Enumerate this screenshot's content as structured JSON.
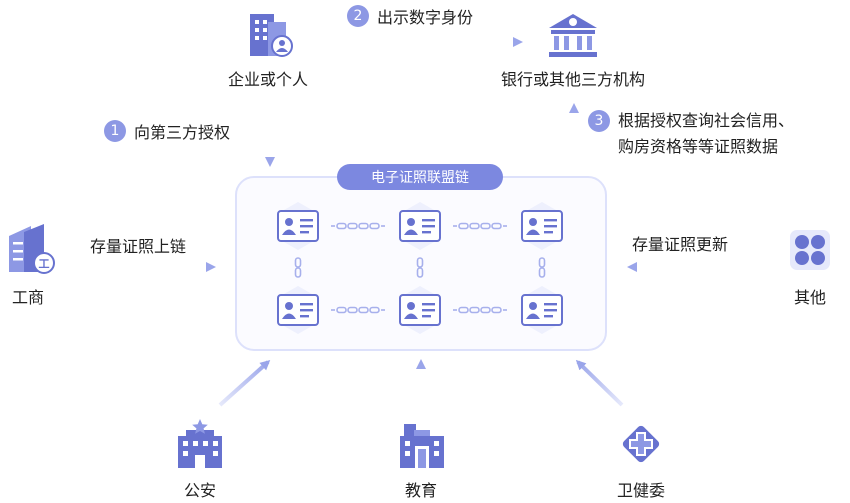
{
  "chain": {
    "title": "电子证照联盟链"
  },
  "nodes": {
    "enterprise": "企业或个人",
    "bank": "银行或其他三方机构",
    "gongshang": "工商",
    "other": "其他",
    "police": "公安",
    "education": "教育",
    "health": "卫健委"
  },
  "steps": [
    {
      "num": "1",
      "text": "向第三方授权"
    },
    {
      "num": "2",
      "text": "出示数字身份"
    },
    {
      "num": "3",
      "text": "根据授权查询社会信用、\n购房资格等等证照数据"
    }
  ],
  "flows": {
    "left": "存量证照上链",
    "right": "存量证照更新"
  },
  "colors": {
    "accent": "#7c88e0",
    "icon": "#6772cf",
    "arrow": "#c4caf3",
    "panel_border": "#dde1fb",
    "badge_fill": "#eef0fd"
  }
}
